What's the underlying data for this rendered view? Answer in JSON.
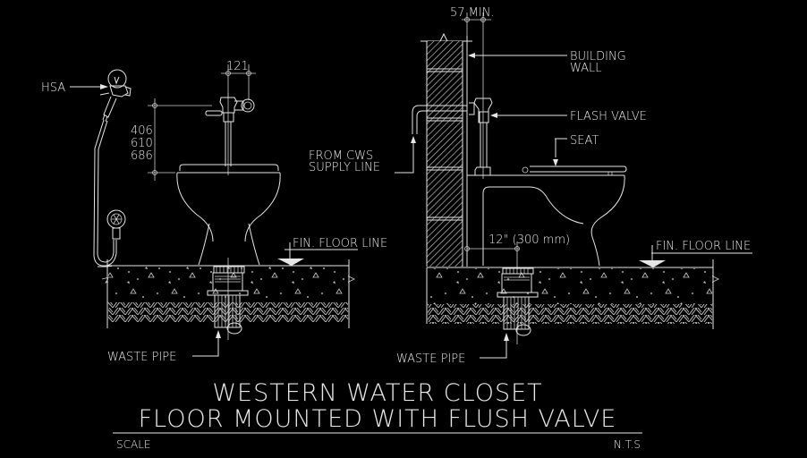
{
  "drawing": {
    "title_line1": "WESTERN WATER CLOSET",
    "title_line2": "FLOOR MOUNTED WITH FLUSH VALVE",
    "scale_label": "SCALE",
    "scale_value": "N.T.S",
    "colors": {
      "background": "#000000",
      "linework": "#e6e6e6"
    }
  },
  "front_view": {
    "hsa_label": "HSA",
    "dim_valve_offset": "121",
    "dim_heights": [
      "406",
      "610",
      "686"
    ],
    "floor_label": "FIN.  FLOOR LINE",
    "waste_pipe_label": "WASTE PIPE"
  },
  "side_view": {
    "dim_min_gap": "57 MIN.",
    "wall_label_line1": "BUILDING",
    "wall_label_line2": "WALL",
    "flush_valve_label": "FLASH  VALVE",
    "seat_label": "SEAT",
    "supply_label_line1": "FROM CWS",
    "supply_label_line2": "SUPPLY LINE",
    "dim_rough_in": "12\" (300 mm)",
    "floor_label": "FIN.  FLOOR LINE",
    "waste_pipe_label": "WASTE PIPE"
  }
}
